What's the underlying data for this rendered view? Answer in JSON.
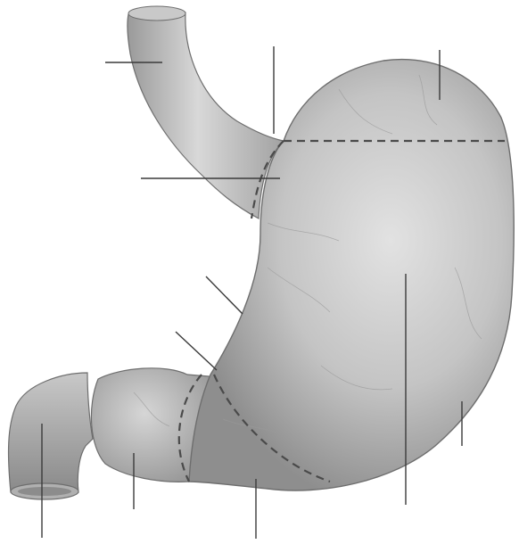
{
  "diagram": {
    "subject": "stomach-anatomy-unlabeled",
    "colors": {
      "tissue_light": "#dcdcdc",
      "tissue_mid": "#b9b9b9",
      "tissue_dark": "#8f8f8f",
      "outline": "#6e6e6e",
      "leader_line": "#3a3a3a",
      "region_boundary": "#4a4a4a",
      "vessel": "#9a9a9a"
    },
    "leader_lines": [
      {
        "id": "esophagus-leader"
      },
      {
        "id": "cardia-leader"
      },
      {
        "id": "fundus-leader"
      },
      {
        "id": "cardiac-notch-leader"
      },
      {
        "id": "lesser-curvature-leader"
      },
      {
        "id": "angular-notch-leader"
      },
      {
        "id": "body-leader"
      },
      {
        "id": "greater-curvature-leader"
      },
      {
        "id": "duodenum-leader"
      },
      {
        "id": "pylorus-leader"
      },
      {
        "id": "pyloric-antrum-leader"
      }
    ],
    "region_boundaries": [
      {
        "id": "fundus-boundary"
      },
      {
        "id": "cardia-boundary"
      },
      {
        "id": "pyloric-canal-boundary"
      },
      {
        "id": "antrum-boundary"
      }
    ]
  }
}
